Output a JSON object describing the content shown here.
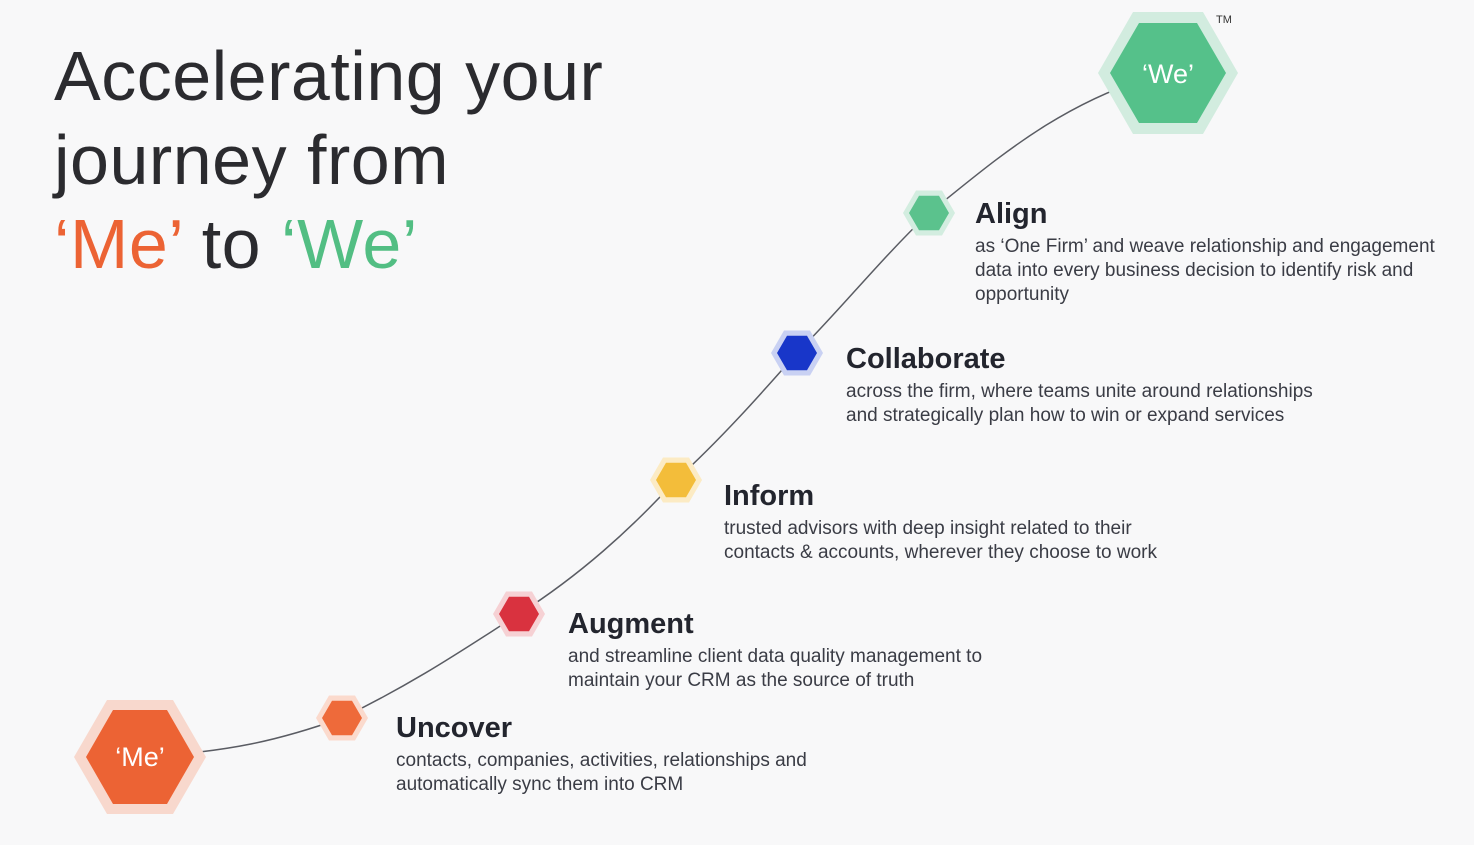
{
  "title": {
    "line1": "Accelerating your",
    "line2": "journey from",
    "me": "‘Me’",
    "to": " to ",
    "we": "‘We’"
  },
  "endpoints": {
    "start": {
      "label": "‘Me’",
      "color": "#ec6334",
      "halo": "#f8d8cd"
    },
    "end": {
      "label": "‘We’",
      "color": "#55c18a",
      "halo": "#d2ecdf"
    },
    "trademark": "TM"
  },
  "steps": [
    {
      "title": "Uncover",
      "desc": "contacts, companies, activities, relationships and automatically sync them into CRM",
      "color": "#ee6a3a",
      "halo": "#fbdacd"
    },
    {
      "title": "Augment",
      "desc": "and streamline client data quality management to maintain your CRM as the source of truth",
      "color": "#d9323f",
      "halo": "#f6d1d4"
    },
    {
      "title": "Inform",
      "desc": "trusted advisors with deep insight related to their contacts & accounts, wherever they choose to work",
      "color": "#f3bd3a",
      "halo": "#fcebc4"
    },
    {
      "title": "Collaborate",
      "desc": "across the firm, where teams unite around relationships and strategically plan how to win or expand services",
      "color": "#1836c9",
      "halo": "#c9d1f3"
    },
    {
      "title": "Align",
      "desc": "as ‘One Firm’ and weave relationship and engagement data into every business decision to identify risk and opportunity",
      "color": "#5bc28d",
      "halo": "#d3ede0"
    }
  ]
}
